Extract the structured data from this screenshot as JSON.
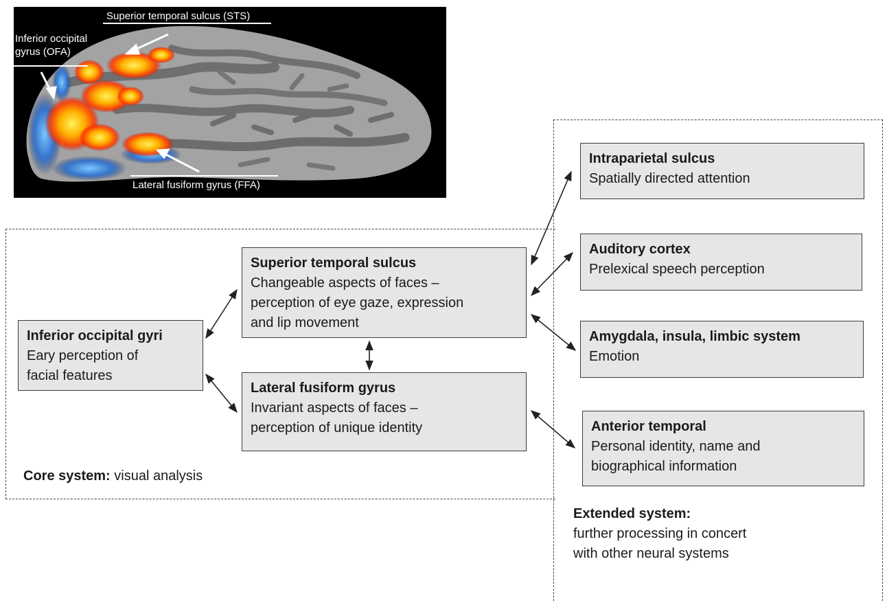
{
  "brain_labels": {
    "sts": "Superior temporal sulcus (STS)",
    "ofa_line1": "Inferior occipital",
    "ofa_line2": "gyrus (OFA)",
    "ffa": "Lateral fusiform gyrus (FFA)"
  },
  "core_system": {
    "label_bold": "Core system:",
    "label_rest": " visual analysis",
    "nodes": {
      "iog": {
        "title": "Inferior occipital gyri",
        "desc": "Eary perception of\nfacial features"
      },
      "sts": {
        "title": "Superior temporal sulcus",
        "desc": "Changeable aspects of faces –\nperception of eye gaze, expression\nand lip movement"
      },
      "lfg": {
        "title": "Lateral fusiform gyrus",
        "desc": "Invariant aspects of faces –\nperception of unique identity"
      }
    }
  },
  "extended_system": {
    "label_bold": "Extended system:",
    "label_rest": "further processing in concert\nwith other neural systems",
    "nodes": {
      "ips": {
        "title": "Intraparietal sulcus",
        "desc": "Spatially directed attention"
      },
      "aud": {
        "title": "Auditory cortex",
        "desc": "Prelexical speech perception"
      },
      "amy": {
        "title": "Amygdala, insula, limbic system",
        "desc": "Emotion"
      },
      "ant": {
        "title": "Anterior temporal",
        "desc": "Personal identity, name and\nbiographical information"
      }
    }
  },
  "colors": {
    "box_fill": "#e6e6e6",
    "activation_hot": "#ff3b00",
    "activation_core": "#ffe04a",
    "activation_cold": "#2a7fd4",
    "cortex_gray": "#8f8f8f"
  }
}
